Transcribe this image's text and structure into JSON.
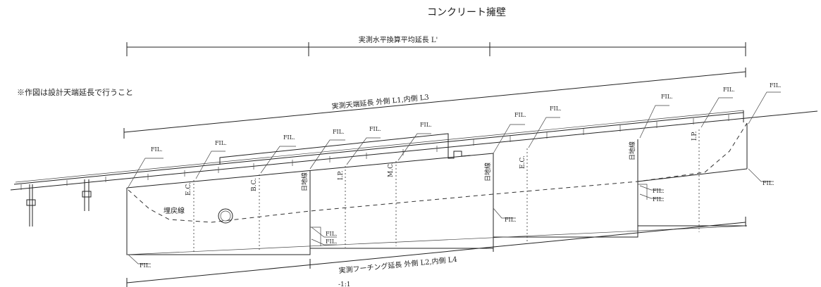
{
  "title": "コンクリート擁壁",
  "note": "※作図は設計天端延長で行うこと",
  "dimensions": {
    "top_horizontal": "実測水平換算平均延長 L'",
    "crest": "実測天端延長 外側 L1,内側 L3",
    "footing": "実測フーチング延長 外側 L2,内側 L4",
    "bottom_partial": "-1:1"
  },
  "fill_label": "FIL.",
  "labels": {
    "ec": "E.C.",
    "bc": "B.C.",
    "mc": "M.C.",
    "ip": "I.P.",
    "natural_ground": "日地線",
    "burial_line": "埋戻線"
  }
}
